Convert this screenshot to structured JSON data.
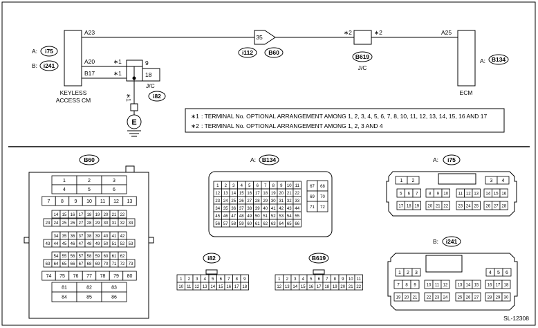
{
  "schematic": {
    "keyless_box_label_line1": "KEYLESS",
    "keyless_box_label_line2": "ACCESS CM",
    "keyless_conn_a_prefix": "A:",
    "keyless_conn_a": "i75",
    "keyless_conn_b_prefix": "B:",
    "keyless_conn_b": "i241",
    "pin_a23": "A23",
    "pin_a20": "A20",
    "pin_b17": "B17",
    "star1_a": "∗1",
    "star1_b": "∗1",
    "jc_pin_9": "9",
    "jc_pin_18": "18",
    "jc_label": "J/C",
    "jc_connector": "i82",
    "ground_star": "∗1",
    "ground_symbol": "E",
    "inline_pin": "35",
    "inline_conn_left": "i112",
    "inline_conn_right": "B60",
    "jc2_star_left": "∗2",
    "jc2_star_right": "∗2",
    "jc2_connector": "B619",
    "jc2_label": "J/C",
    "ecm_pin": "A25",
    "ecm_label": "ECM",
    "ecm_conn_prefix": "A:",
    "ecm_conn": "B134"
  },
  "notes": {
    "note1_mark": "∗1",
    "note1_text": ": TERMINAL No. OPTIONAL ARRANGEMENT AMONG 1, 2, 3, 4, 5, 6, 7, 8, 10, 11, 12, 13, 14, 15, 16 AND 17",
    "note2_mark": "∗2",
    "note2_text": ": TERMINAL No. OPTIONAL ARRANGEMENT AMONG 1, 2, 3 AND 4"
  },
  "connectors": {
    "b60": {
      "label": "B60",
      "rows": [
        [
          "1",
          "2",
          "3"
        ],
        [
          "4",
          "5",
          "6"
        ],
        [
          "7",
          "8",
          "9",
          "10",
          "11",
          "12",
          "13"
        ],
        [
          "14",
          "15",
          "16",
          "17",
          "18",
          "19",
          "20",
          "21",
          "22"
        ],
        [
          "23",
          "24",
          "25",
          "26",
          "27",
          "28",
          "29",
          "30",
          "31",
          "32",
          "33"
        ],
        [
          "34",
          "35",
          "36",
          "37",
          "38",
          "39",
          "40",
          "41",
          "42"
        ],
        [
          "43",
          "44",
          "45",
          "46",
          "47",
          "48",
          "49",
          "50",
          "51",
          "52",
          "53"
        ],
        [
          "54",
          "55",
          "56",
          "57",
          "58",
          "59",
          "60",
          "61",
          "62"
        ],
        [
          "63",
          "64",
          "65",
          "66",
          "67",
          "68",
          "69",
          "70",
          "71",
          "72",
          "73"
        ],
        [
          "74",
          "75",
          "76",
          "77",
          "78",
          "79",
          "80"
        ],
        [
          "81",
          "82",
          "83"
        ],
        [
          "84",
          "85",
          "86"
        ]
      ]
    },
    "b134": {
      "prefix": "A:",
      "label": "B134",
      "main_rows": [
        [
          "1",
          "2",
          "3",
          "4",
          "5",
          "6",
          "7",
          "8",
          "9",
          "10",
          "11"
        ],
        [
          "12",
          "13",
          "14",
          "15",
          "16",
          "17",
          "18",
          "19",
          "20",
          "21",
          "22"
        ],
        [
          "23",
          "24",
          "25",
          "26",
          "27",
          "28",
          "29",
          "30",
          "31",
          "32",
          "33"
        ],
        [
          "34",
          "35",
          "36",
          "37",
          "38",
          "39",
          "40",
          "41",
          "42",
          "43",
          "44"
        ],
        [
          "45",
          "46",
          "47",
          "48",
          "49",
          "50",
          "51",
          "52",
          "53",
          "54",
          "55"
        ],
        [
          "56",
          "57",
          "58",
          "59",
          "60",
          "61",
          "62",
          "63",
          "64",
          "65",
          "66"
        ]
      ],
      "side_rows": [
        [
          "67",
          "68"
        ],
        [
          "69",
          "70"
        ],
        [
          "71",
          "72"
        ]
      ]
    },
    "i75": {
      "prefix": "A:",
      "label": "i75",
      "row1_left": [
        "1",
        "2"
      ],
      "row1_right": [
        "3",
        "4"
      ],
      "row2_groups": [
        [
          "5",
          "6",
          "7"
        ],
        [
          "8",
          "9",
          "10"
        ],
        [
          "11",
          "12",
          "13"
        ],
        [
          "14",
          "15",
          "16"
        ]
      ],
      "row3_groups": [
        [
          "17",
          "18",
          "19"
        ],
        [
          "20",
          "21",
          "22"
        ],
        [
          "23",
          "24",
          "25"
        ],
        [
          "26",
          "27",
          "28"
        ]
      ]
    },
    "i241": {
      "prefix": "B:",
      "label": "i241",
      "row1_left": [
        "1",
        "2",
        "3"
      ],
      "row1_right": [
        "4",
        "5",
        "6"
      ],
      "row2_groups": [
        [
          "7",
          "8",
          "9"
        ],
        [
          "10",
          "11",
          "12"
        ],
        [
          "13",
          "14",
          "15"
        ],
        [
          "16",
          "17",
          "18"
        ]
      ],
      "row3_groups": [
        [
          "19",
          "20",
          "21"
        ],
        [
          "22",
          "23",
          "24"
        ],
        [
          "25",
          "26",
          "27"
        ],
        [
          "28",
          "29",
          "30"
        ]
      ]
    },
    "i82": {
      "label": "i82",
      "rows": [
        [
          "1",
          "2",
          "3",
          "4",
          "5",
          "6",
          "7",
          "8",
          "9"
        ],
        [
          "10",
          "11",
          "12",
          "13",
          "14",
          "15",
          "16",
          "17",
          "18"
        ]
      ]
    },
    "b619": {
      "label": "B619",
      "rows": [
        [
          "1",
          "2",
          "3",
          "4",
          "5",
          "6",
          "7",
          "8",
          "9",
          "10",
          "11"
        ],
        [
          "12",
          "13",
          "14",
          "15",
          "16",
          "17",
          "18",
          "19",
          "20",
          "21",
          "22"
        ]
      ]
    }
  },
  "footer": {
    "code": "SL-12308"
  }
}
